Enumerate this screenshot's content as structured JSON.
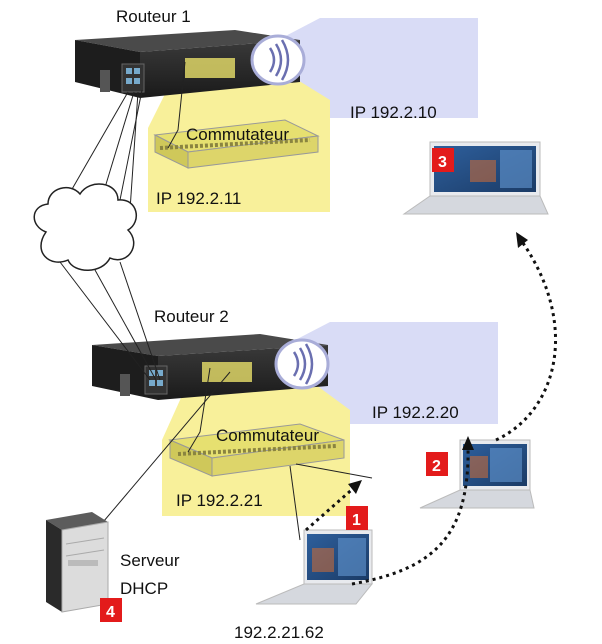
{
  "routers": [
    {
      "label": "Routeur 1",
      "wifi_ip": "IP 192.2.10",
      "switch_label": "Commutateur",
      "switch_ip": "IP 192.2.11"
    },
    {
      "label": "Routeur 2",
      "wifi_ip": "IP 192.2.20",
      "switch_label": "Commutateur",
      "switch_ip": "IP 192.2.21"
    }
  ],
  "server": {
    "line1": "Serveur",
    "line2": "DHCP"
  },
  "laptop_ip": "192.2.21.62",
  "steps": [
    "1",
    "2",
    "3",
    "4"
  ],
  "colors": {
    "yellow_zone": "#f8f09a",
    "wifi_zone": "#d9dcf6",
    "badge": "#e31b1b"
  }
}
